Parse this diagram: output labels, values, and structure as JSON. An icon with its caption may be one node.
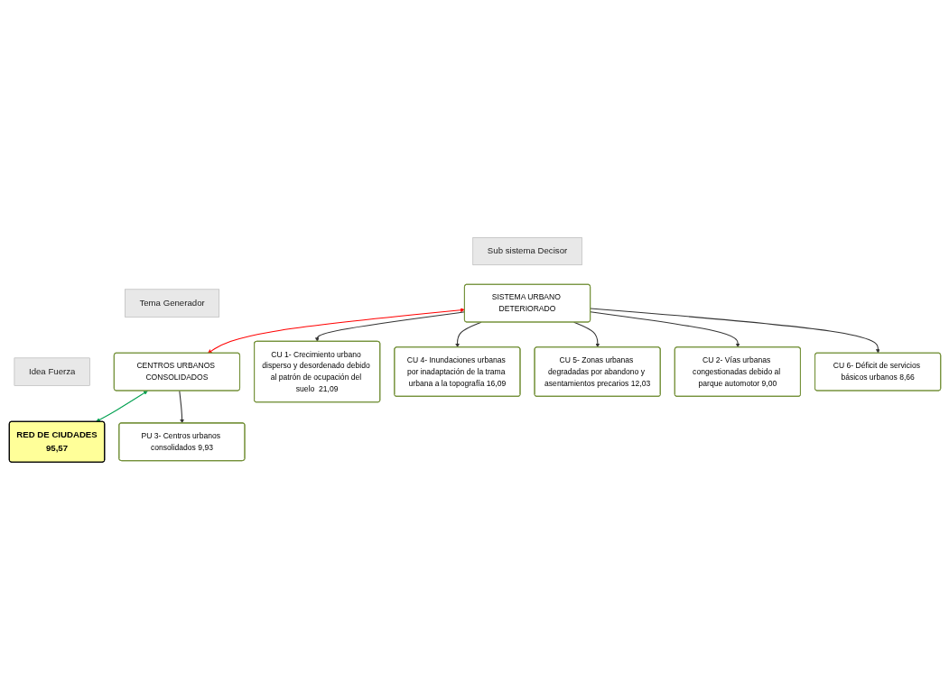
{
  "diagram": {
    "nodes": [
      {
        "text": [
          "Sub sistema Decisor"
        ]
      },
      {
        "text": [
          "Tema Generador"
        ]
      },
      {
        "text": [
          "Idea Fuerza"
        ]
      },
      {
        "text": [
          "SISTEMA URBANO DETERIORADO"
        ]
      },
      {
        "text": [
          "CENTROS URBANOS CONSOLIDADOS"
        ]
      },
      {
        "text": [
          "RED DE CIUDADES",
          "95,57"
        ]
      },
      {
        "text": [
          "CU 1- Crecimiento urbano disperso y desordenado debido al patrón de ocupación del suelo  21,09"
        ]
      },
      {
        "text": [
          "CU 4- Inundaciones urbanas por inadaptación de la trama urbana a la topografía 16,09"
        ]
      },
      {
        "text": [
          "CU 5- Zonas urbanas degradadas por abandono y asentamientos precarios 12,03"
        ]
      },
      {
        "text": [
          "CU 2- Vías urbanas congestionadas debido al parque automotor 9,00"
        ]
      },
      {
        "text": [
          "CU 6- Déficit de servicios básicos urbanos 8,66"
        ]
      },
      {
        "text": [
          "PU 3- Centros urbanos consolidados 9,93"
        ]
      }
    ],
    "edges": [
      {
        "from": 3,
        "to": 4,
        "arrow": "both",
        "color": "#ff0000"
      },
      {
        "from": 4,
        "to": 5,
        "arrow": "both",
        "color": "#00a050"
      },
      {
        "from": 3,
        "to": 6,
        "arrow": "to"
      },
      {
        "from": 3,
        "to": 7,
        "arrow": "to"
      },
      {
        "from": 3,
        "to": 8,
        "arrow": "to"
      },
      {
        "from": 3,
        "to": 9,
        "arrow": "to"
      },
      {
        "from": 3,
        "to": 10,
        "arrow": "to"
      },
      {
        "from": 4,
        "to": 11,
        "arrow": "to"
      }
    ]
  }
}
